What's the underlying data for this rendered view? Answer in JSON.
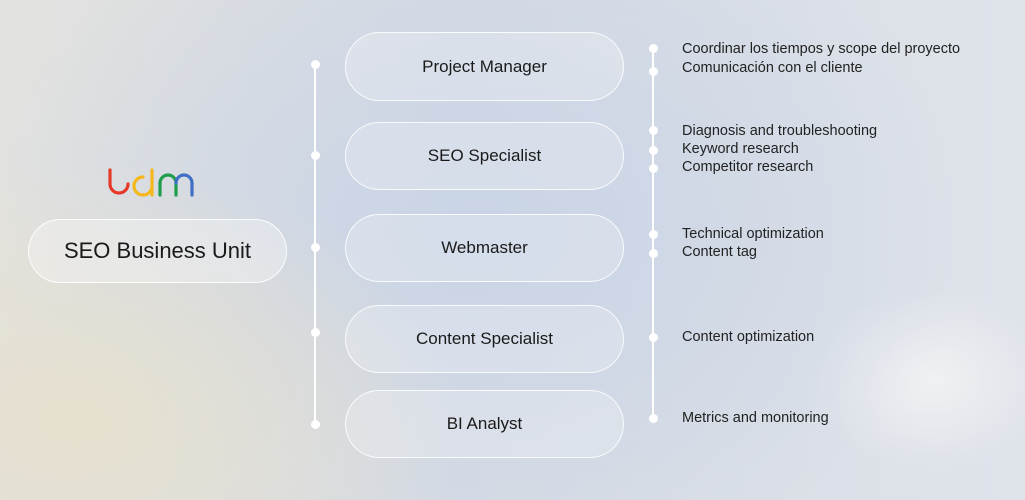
{
  "logo": {
    "text": "udm",
    "colors": [
      "#e53a2a",
      "#f5b81c",
      "#1f9d4a",
      "#3f6fc4"
    ]
  },
  "unit": {
    "title": "SEO Business Unit"
  },
  "roles": [
    {
      "label": "Project Manager",
      "tasks": [
        "Coordinar los tiempos y scope del proyecto",
        "Comunicación con el cliente"
      ]
    },
    {
      "label": "SEO Specialist",
      "tasks": [
        "Diagnosis and troubleshooting",
        "Keyword research",
        "Competitor research"
      ]
    },
    {
      "label": "Webmaster",
      "tasks": [
        "Technical optimization",
        "Content tag"
      ]
    },
    {
      "label": "Content Specialist",
      "tasks": [
        "Content optimization"
      ]
    },
    {
      "label": "BI Analyst",
      "tasks": [
        "Metrics and monitoring"
      ]
    }
  ]
}
